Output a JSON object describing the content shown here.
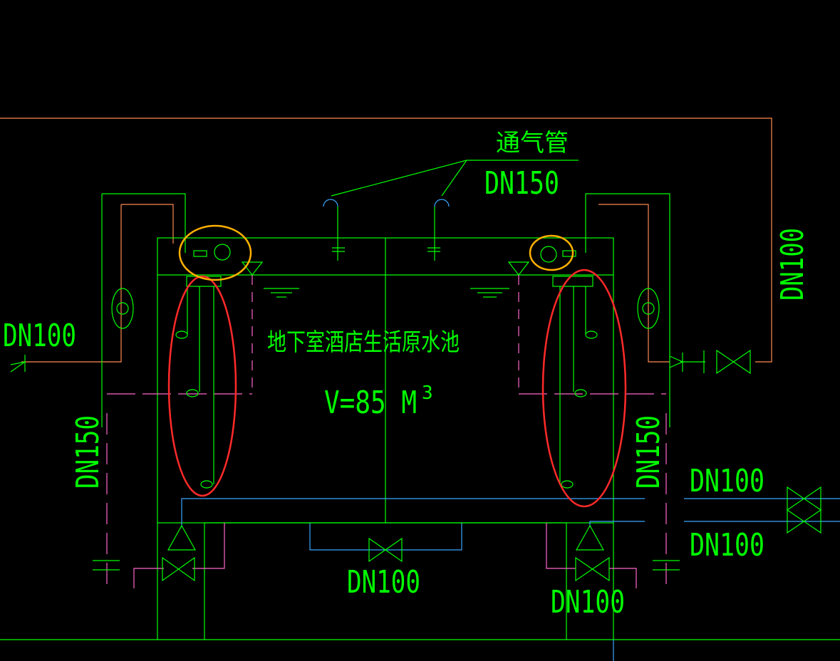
{
  "drawing": {
    "vent_label": "通气管",
    "vent_size": "DN150",
    "tank_name": "地下室酒店生活原水池",
    "tank_volume": "V=85 M",
    "tank_volume_exp": "3",
    "left_inlet_size": "DN100",
    "right_overflow_size": "DN100",
    "left_vertical_size": "DN150",
    "right_vertical_size": "DN150",
    "right_pipe_upper_size": "DN100",
    "right_pipe_lower_size": "DN100",
    "bottom_center_size": "DN100",
    "bottom_right_size": "DN100"
  },
  "colors": {
    "background": "#000000",
    "lines": "#00ff00",
    "pipe_orange": "#ff8a50",
    "pipe_blue": "#3aa6ff",
    "pipe_magenta": "#ff66cc",
    "highlight_red": "#ff2a2a",
    "highlight_yellow": "#ffb000"
  }
}
